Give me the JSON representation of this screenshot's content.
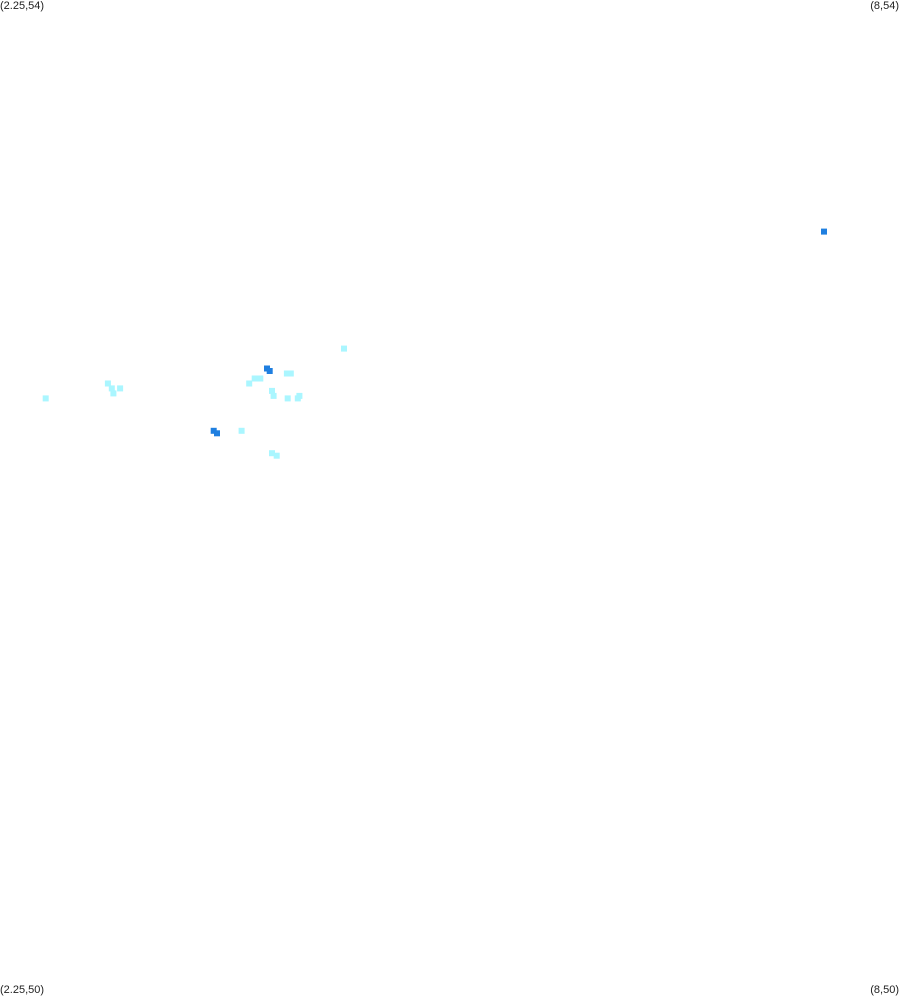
{
  "chart_data": {
    "type": "scatter",
    "title": "",
    "xlabel": "",
    "ylabel": "",
    "xlim": [
      2.25,
      8
    ],
    "ylim": [
      50,
      54
    ],
    "grid": false,
    "legend": "none",
    "corner_labels": {
      "top_left": "(2.25,54)",
      "top_right": "(8,54)",
      "bottom_left": "(2.25,50)",
      "bottom_right": "(8,50)"
    },
    "colors": {
      "dark": "#1f7fe0",
      "light": "#aaf6ff"
    },
    "series": [
      {
        "color_key": "dark",
        "x": [
          7.52,
          3.958,
          3.975,
          3.617,
          3.638
        ],
        "y": [
          53.07,
          52.52,
          52.51,
          52.27,
          52.26
        ]
      },
      {
        "color_key": "light",
        "x": [
          4.45,
          3.915,
          4.085,
          4.11,
          3.844,
          3.879,
          2.94,
          2.965,
          3.018,
          2.975,
          2.542,
          3.99,
          4.0,
          4.09,
          4.155,
          4.165,
          3.795,
          3.99,
          4.02
        ],
        "y": [
          52.6,
          52.48,
          52.5,
          52.5,
          52.46,
          52.48,
          52.46,
          52.44,
          52.44,
          52.42,
          52.4,
          52.43,
          52.41,
          52.4,
          52.4,
          52.41,
          52.27,
          52.18,
          52.17
        ]
      }
    ]
  }
}
